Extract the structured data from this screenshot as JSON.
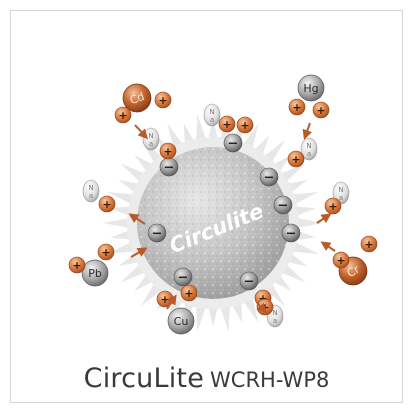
{
  "product": {
    "name": "CircuLite",
    "model": "WCRH-WP8"
  },
  "diagram": {
    "core_label": "Circulite",
    "metal_ions": [
      "Cd",
      "Hg",
      "Pb",
      "Cu",
      "Cr"
    ],
    "cation_sign": "+",
    "exchange_site_sign": "−",
    "sodium_ion": [
      "N",
      "a"
    ],
    "colors": {
      "copper_ion": "#b85a2a",
      "gray_ion": "#8c8c8c",
      "arrow": "#b85a2a",
      "core": "#bdbdbd",
      "text": "#3a3a3a"
    }
  }
}
